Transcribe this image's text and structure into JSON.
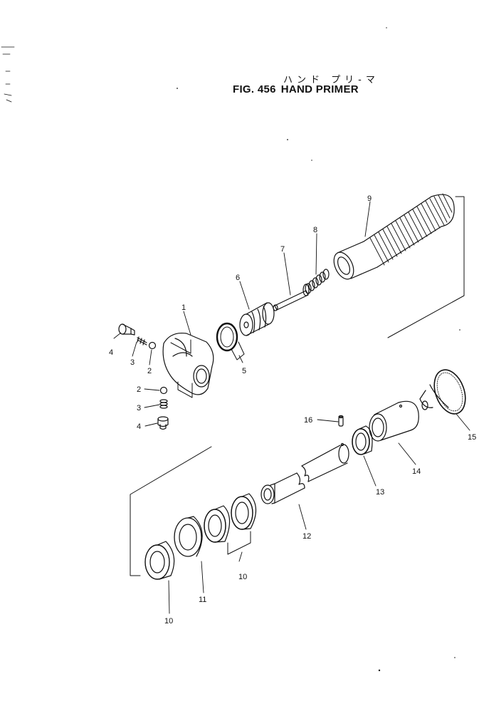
{
  "header": {
    "title_jp": "ハンド プリ-マ",
    "fig_number": "FIG. 456",
    "fig_title": "HAND PRIMER"
  },
  "callouts": [
    {
      "id": "label-1",
      "text": "1"
    },
    {
      "id": "label-2a",
      "text": "2"
    },
    {
      "id": "label-2b",
      "text": "2"
    },
    {
      "id": "label-3a",
      "text": "3"
    },
    {
      "id": "label-3b",
      "text": "3"
    },
    {
      "id": "label-4a",
      "text": "4"
    },
    {
      "id": "label-4b",
      "text": "4"
    },
    {
      "id": "label-5",
      "text": "5"
    },
    {
      "id": "label-6",
      "text": "6"
    },
    {
      "id": "label-7",
      "text": "7"
    },
    {
      "id": "label-8",
      "text": "8"
    },
    {
      "id": "label-9",
      "text": "9"
    },
    {
      "id": "label-10a",
      "text": "10"
    },
    {
      "id": "label-10b",
      "text": "10"
    },
    {
      "id": "label-11",
      "text": "11"
    },
    {
      "id": "label-12",
      "text": "12"
    },
    {
      "id": "label-13",
      "text": "13"
    },
    {
      "id": "label-14",
      "text": "14"
    },
    {
      "id": "label-15",
      "text": "15"
    },
    {
      "id": "label-16",
      "text": "16"
    }
  ],
  "colors": {
    "ink": "#111111",
    "paper": "#ffffff"
  }
}
